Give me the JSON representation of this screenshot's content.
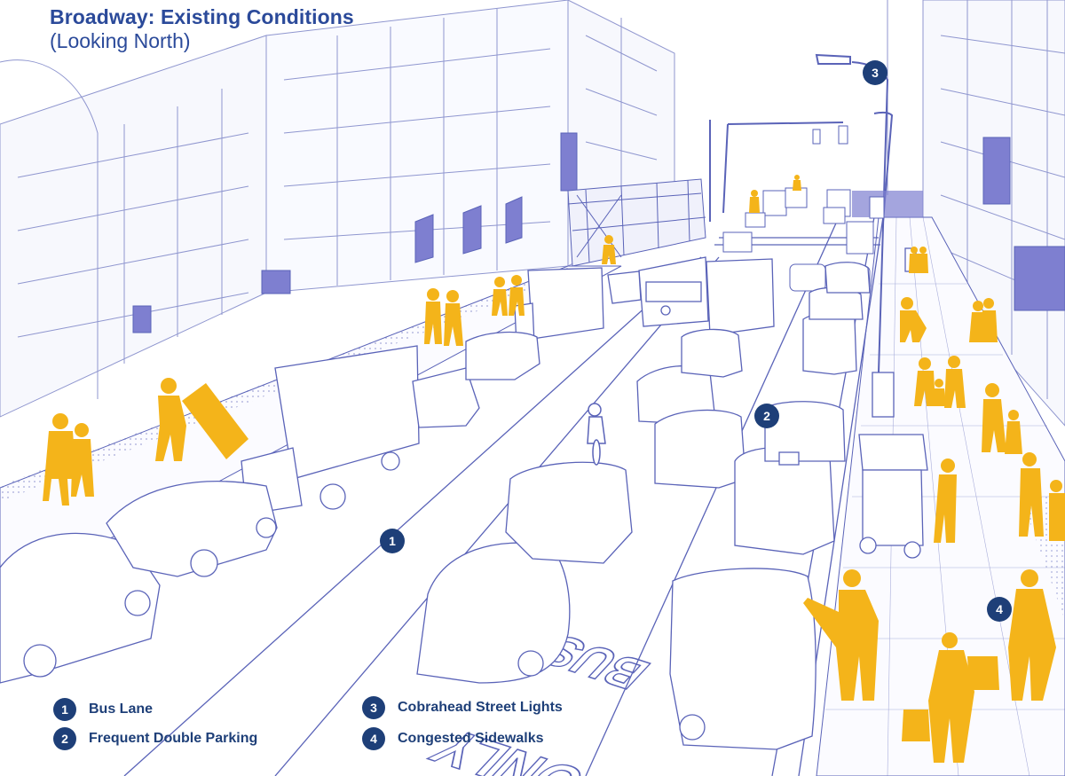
{
  "title": "Broadway: Existing Conditions",
  "subtitle": "(Looking North)",
  "colors": {
    "line": "#5a63b8",
    "pedestrian": "#f4b41a",
    "accent": "#1e3f78",
    "title": "#2b4a9a",
    "banner": "#7e7fd0"
  },
  "legend": [
    {
      "num": "1",
      "label": "Bus Lane"
    },
    {
      "num": "2",
      "label": "Frequent Double Parking"
    },
    {
      "num": "3",
      "label": "Cobrahead Street Lights"
    },
    {
      "num": "4",
      "label": "Congested Sidewalks"
    }
  ],
  "markers": [
    "1",
    "2",
    "3",
    "4"
  ],
  "pavement": {
    "bus_text": "BUS",
    "only_text": "ONLY"
  }
}
